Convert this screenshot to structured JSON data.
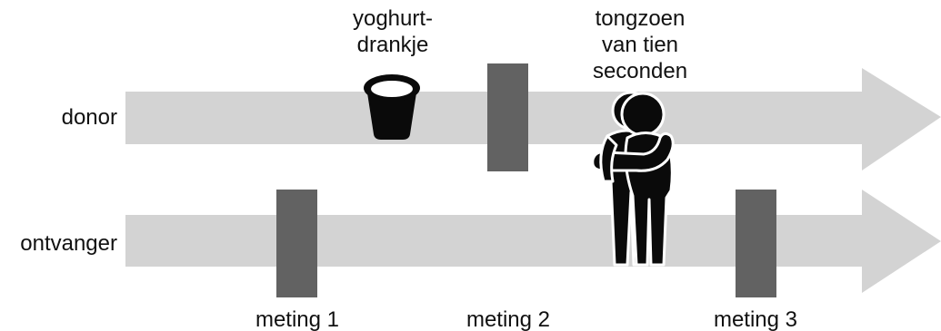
{
  "rows": {
    "donor": "donor",
    "ontvanger": "ontvanger"
  },
  "events": {
    "yoghurt": [
      "yoghurt-",
      "drankje"
    ],
    "kiss": [
      "tongzoen",
      "van tien",
      "seconden"
    ]
  },
  "measurements": [
    "meting 1",
    "meting 2",
    "meting 3"
  ],
  "icons": {
    "yoghurt": "cup-icon",
    "kiss": "hugging-people-icon"
  },
  "colors": {
    "arrow": "#d3d3d3",
    "measurement_block": "#626262",
    "icon": "#0a0a0a",
    "text": "#111111"
  }
}
